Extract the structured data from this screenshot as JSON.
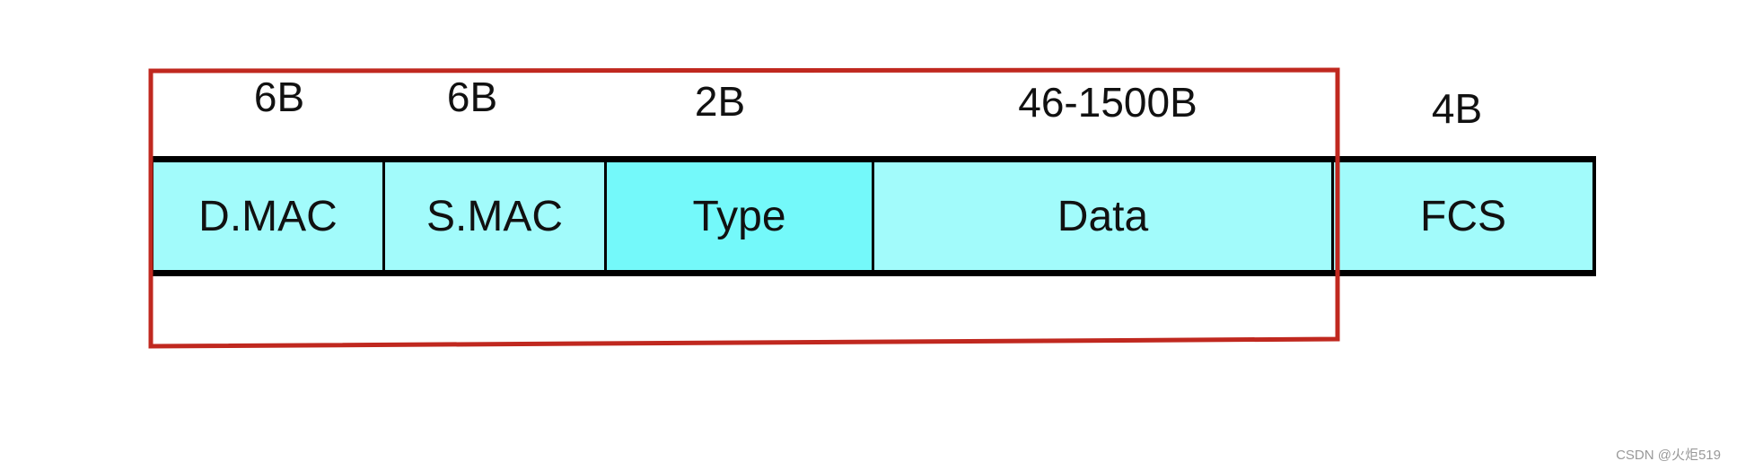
{
  "sizes": {
    "dmac": "6B",
    "smac": "6B",
    "type": "2B",
    "data": "46-1500B",
    "fcs": "4B"
  },
  "fields": {
    "dmac": "D.MAC",
    "smac": "S.MAC",
    "type": "Type",
    "data": "Data",
    "fcs": "FCS"
  },
  "colors": {
    "field": "#a2fbfb",
    "type_field": "#74f9fa",
    "highlight": "#c0281f",
    "border": "#000000"
  },
  "watermark": "CSDN @火炬519"
}
